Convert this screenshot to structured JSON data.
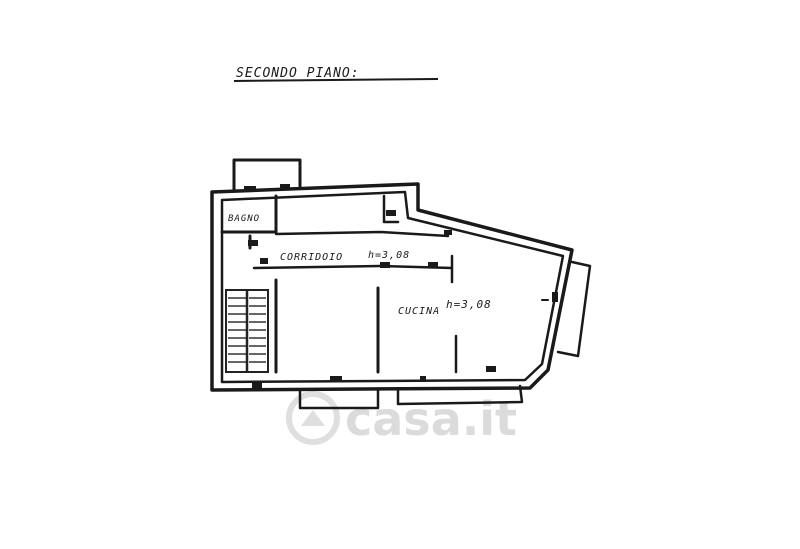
{
  "title": "SECONDO PIANO:",
  "rooms": {
    "bagno": "BAGNO",
    "corridoio": "CORRIDOIO",
    "corridoio_height": "h=3,08",
    "cucina": "CUCINA",
    "cucina_height": "h=3,08"
  },
  "watermark": "casa.it",
  "colors": {
    "ink": "#1a1a1a",
    "paper": "#ffffff",
    "watermark": "#d8d8d8"
  }
}
